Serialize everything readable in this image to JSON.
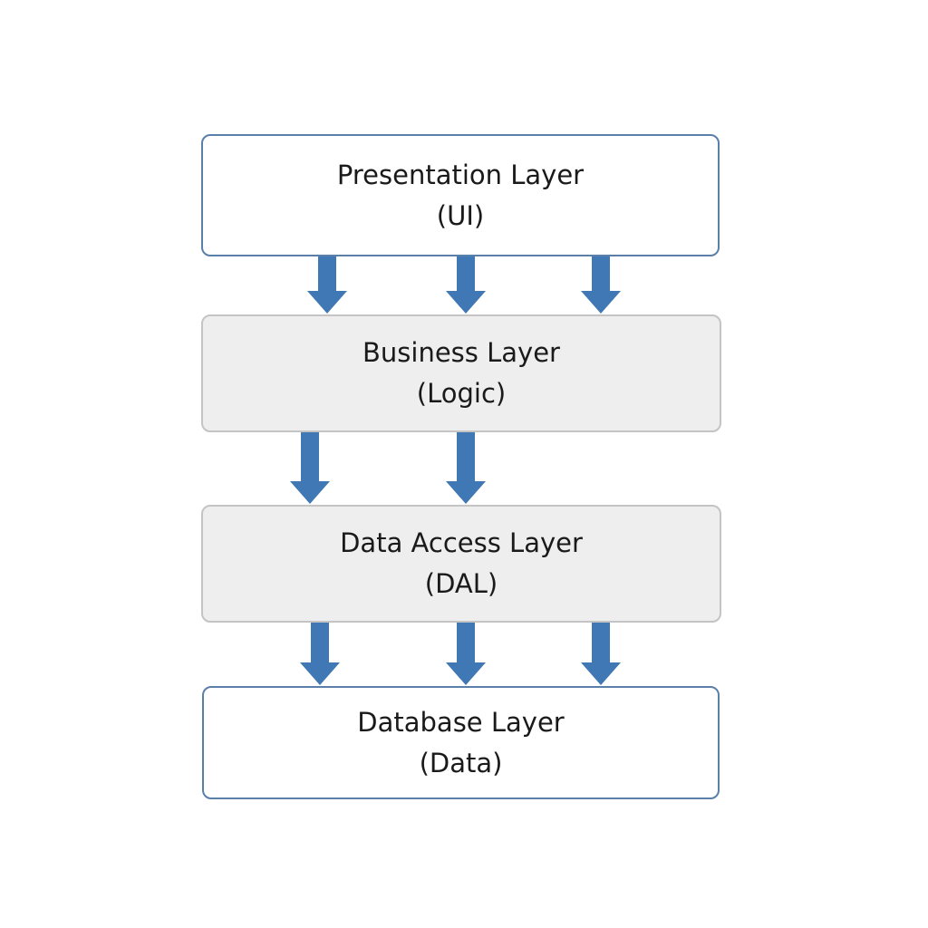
{
  "colors": {
    "arrow": "#3f78b4",
    "outline_border": "#5a7fa8",
    "filled_background": "#eeeeee",
    "filled_border": "#c4c4c4"
  },
  "layers": [
    {
      "title": "Presentation Layer",
      "subtitle": "(UI)"
    },
    {
      "title": "Business Layer",
      "subtitle": "(Logic)"
    },
    {
      "title": "Data Access Layer",
      "subtitle": "(DAL)"
    },
    {
      "title": "Database Layer",
      "subtitle": "(Data)"
    }
  ],
  "connections": [
    {
      "from": "Presentation Layer",
      "to": "Business Layer",
      "arrow_count": 3,
      "icon": "arrow-down-icon"
    },
    {
      "from": "Business Layer",
      "to": "Data Access Layer",
      "arrow_count": 2,
      "icon": "arrow-down-icon"
    },
    {
      "from": "Data Access Layer",
      "to": "Database Layer",
      "arrow_count": 3,
      "icon": "arrow-down-icon"
    }
  ]
}
